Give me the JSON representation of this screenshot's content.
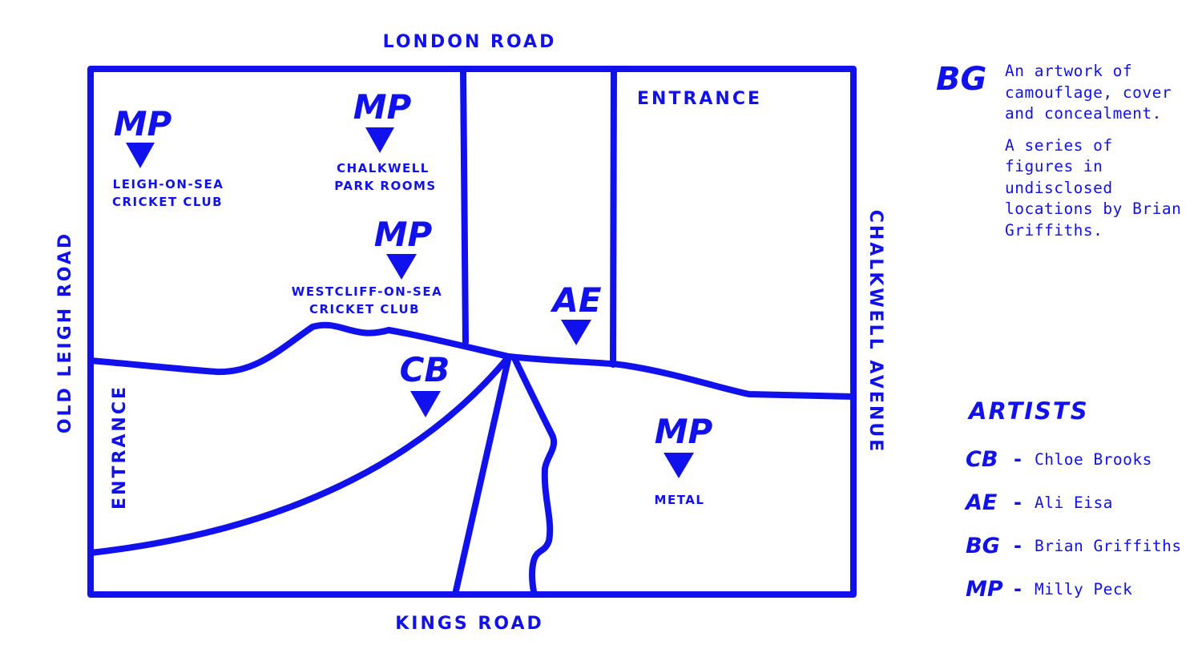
{
  "map": {
    "color": "#1111ee",
    "roads": {
      "north": "LONDON ROAD",
      "south": "KINGS ROAD",
      "west": "OLD LEIGH ROAD",
      "east": "CHALKWELL AVENUE"
    },
    "entrances": {
      "top": "ENTRANCE",
      "left": "ENTRANCE"
    },
    "markers": [
      {
        "code": "MP",
        "label_lines": [
          "LEIGH-ON-SEA",
          "CRICKET CLUB"
        ]
      },
      {
        "code": "MP",
        "label_lines": [
          "CHALKWELL",
          "PARK ROOMS"
        ]
      },
      {
        "code": "MP",
        "label_lines": [
          "WESTCLIFF-ON-SEA",
          "CRICKET CLUB"
        ]
      },
      {
        "code": "AE",
        "label_lines": []
      },
      {
        "code": "CB",
        "label_lines": []
      },
      {
        "code": "MP",
        "label_lines": [
          "METAL"
        ]
      }
    ]
  },
  "info": {
    "code": "BG",
    "paragraph_1": "An artwork of camouflage, cover and concealment.",
    "paragraph_2": "A series of figures in undisclosed locations by Brian Griffiths."
  },
  "legend": {
    "title": "ARTISTS",
    "items": [
      {
        "code": "CB",
        "separator": "-",
        "name": "Chloe Brooks"
      },
      {
        "code": "AE",
        "separator": "-",
        "name": "Ali Eisa"
      },
      {
        "code": "BG",
        "separator": "-",
        "name": "Brian Griffiths"
      },
      {
        "code": "MP",
        "separator": "-",
        "name": "Milly Peck"
      }
    ]
  }
}
